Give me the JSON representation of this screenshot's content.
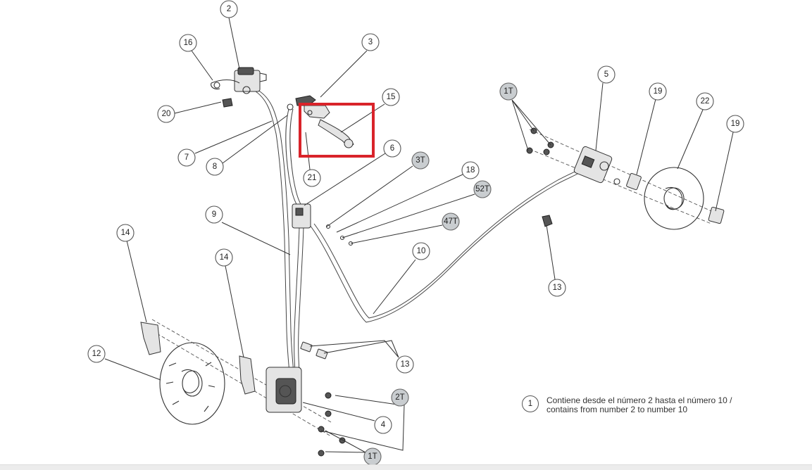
{
  "callouts": [
    {
      "id": "c2",
      "label": "2",
      "shaded": false
    },
    {
      "id": "c16",
      "label": "16",
      "shaded": false
    },
    {
      "id": "c3",
      "label": "3",
      "shaded": false
    },
    {
      "id": "c15",
      "label": "15",
      "shaded": false
    },
    {
      "id": "c20",
      "label": "20",
      "shaded": false
    },
    {
      "id": "c7",
      "label": "7",
      "shaded": false
    },
    {
      "id": "c8",
      "label": "8",
      "shaded": false
    },
    {
      "id": "c21",
      "label": "21",
      "shaded": false
    },
    {
      "id": "c6",
      "label": "6",
      "shaded": false
    },
    {
      "id": "c3T",
      "label": "3T",
      "shaded": true
    },
    {
      "id": "c18",
      "label": "18",
      "shaded": false
    },
    {
      "id": "c52T",
      "label": "52T",
      "shaded": true
    },
    {
      "id": "c47T",
      "label": "47T",
      "shaded": true
    },
    {
      "id": "c9",
      "label": "9",
      "shaded": false
    },
    {
      "id": "c10",
      "label": "10",
      "shaded": false
    },
    {
      "id": "c1T_top",
      "label": "1T",
      "shaded": true
    },
    {
      "id": "c5",
      "label": "5",
      "shaded": false
    },
    {
      "id": "c19a",
      "label": "19",
      "shaded": false
    },
    {
      "id": "c22",
      "label": "22",
      "shaded": false
    },
    {
      "id": "c19b",
      "label": "19",
      "shaded": false
    },
    {
      "id": "c13_right",
      "label": "13",
      "shaded": false
    },
    {
      "id": "c14a",
      "label": "14",
      "shaded": false
    },
    {
      "id": "c14b",
      "label": "14",
      "shaded": false
    },
    {
      "id": "c12",
      "label": "12",
      "shaded": false
    },
    {
      "id": "c13_lower",
      "label": "13",
      "shaded": false
    },
    {
      "id": "c2T",
      "label": "2T",
      "shaded": true
    },
    {
      "id": "c4",
      "label": "4",
      "shaded": false
    },
    {
      "id": "c1T_bottom",
      "label": "1T",
      "shaded": true
    }
  ],
  "highlight": {
    "color": "#d9232a",
    "target": "brake lever"
  },
  "note": {
    "number": "1",
    "line1": "Contiene desde el número 2 hasta el número 10 /",
    "line2": "contains from number 2 to number 10"
  }
}
